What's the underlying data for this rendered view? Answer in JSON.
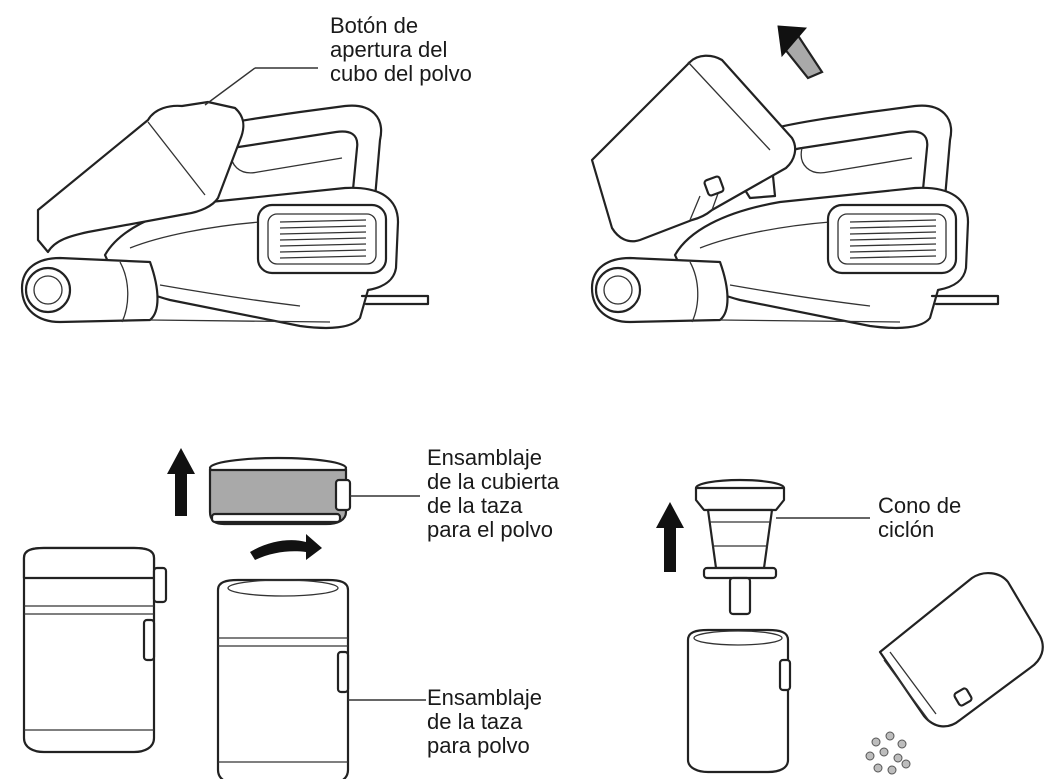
{
  "labels": {
    "open_button": [
      "Botón de",
      "apertura del",
      "cubo del polvo"
    ],
    "cup_cover": [
      "Ensamblaje",
      "de la cubierta",
      "de la taza",
      "para el polvo"
    ],
    "cup_assembly": [
      "Ensamblaje",
      "de la taza",
      "para polvo"
    ],
    "cyclone": [
      "Cono de",
      "ciclón"
    ]
  },
  "icons": [
    "vacuum-cleaner",
    "dust-cup",
    "arrow-up",
    "rotate-arrow",
    "cyclone-cone",
    "dust-particles"
  ]
}
